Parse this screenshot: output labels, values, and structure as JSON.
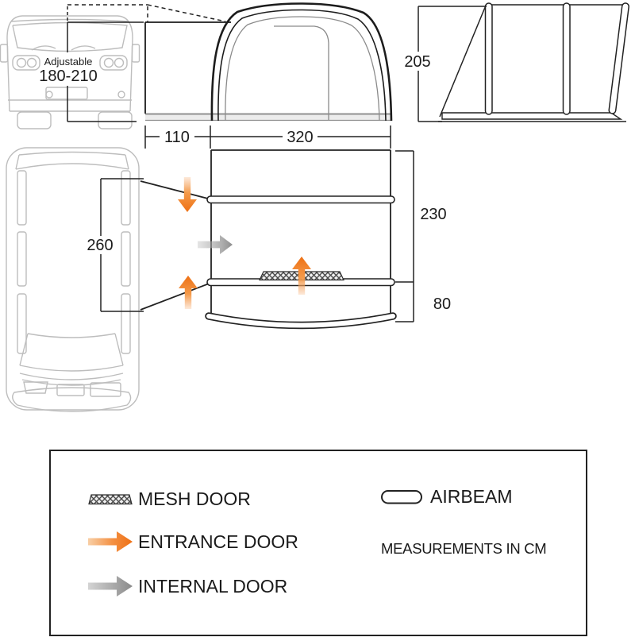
{
  "diagram": {
    "van_height": {
      "prefix": "Adjustable",
      "value": "180-210"
    },
    "tunnel_width": "110",
    "awning_width": "320",
    "awning_height": "205",
    "van_side_length": "260",
    "main_room_depth": "230",
    "front_canopy_depth": "80"
  },
  "legend": {
    "mesh_door": "MESH DOOR",
    "entrance_door": "ENTRANCE DOOR",
    "internal_door": "INTERNAL DOOR",
    "airbeam": "AIRBEAM",
    "note": "MEASUREMENTS IN CM"
  },
  "icons": {
    "mesh_door_icon": "hatched-strip",
    "entrance_door_icon": "orange-gradient-arrow",
    "internal_door_icon": "gray-gradient-arrow",
    "airbeam_icon": "capsule-outline"
  },
  "colors": {
    "entrance_orange": "#ee7014",
    "internal_gray": "#8d8d8d",
    "line_black": "#222222",
    "van_gray": "#bdbdbd"
  }
}
